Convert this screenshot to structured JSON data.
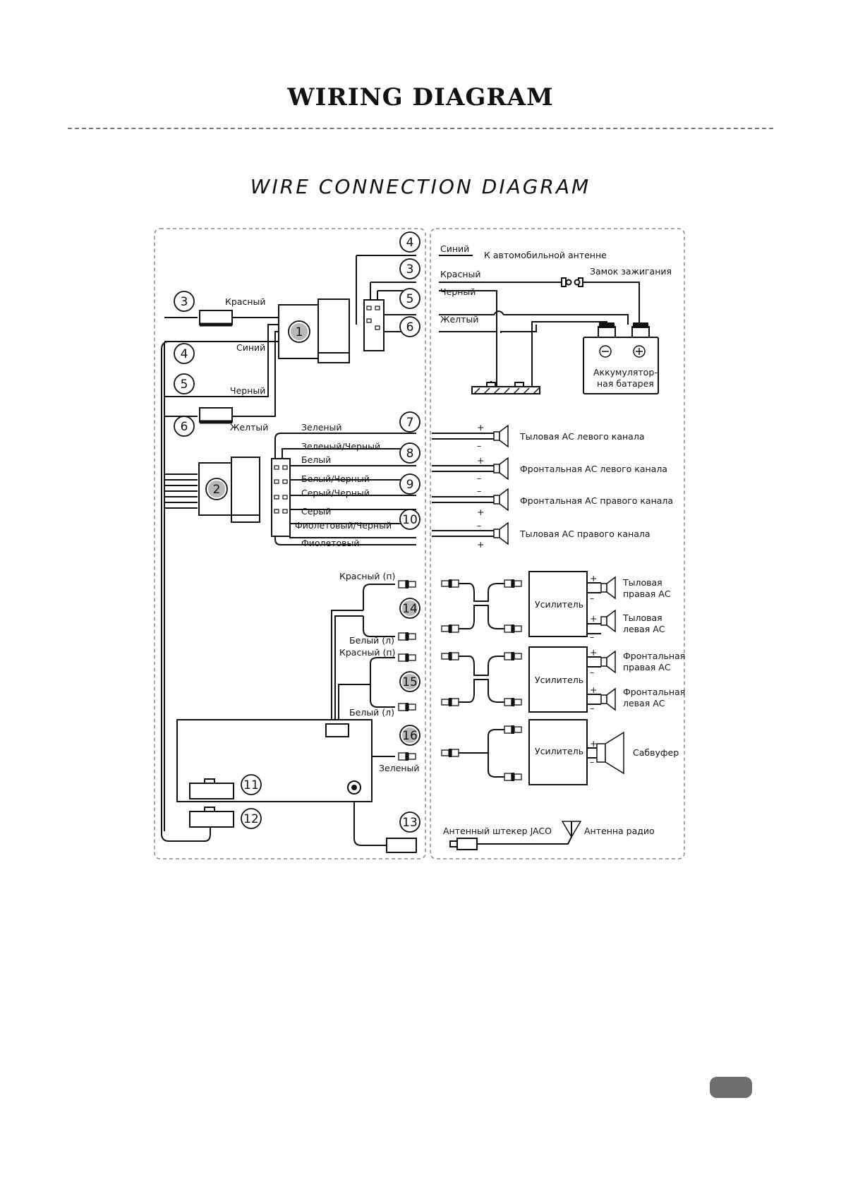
{
  "title": "WIRING DIAGRAM",
  "subtitle": "WIRE CONNECTION DIAGRAM",
  "labels": {
    "blue": "Синий",
    "to_antenna": "К автомобильной антенне",
    "red": "Красный",
    "ignition": "Замок зажигания",
    "black": "Черный",
    "yellow": "Желтый",
    "battery_1": "Аккумулятор–",
    "battery_2": "ная батарея",
    "green": "Зеленый",
    "green_black": "Зеленый/Черный",
    "white": "Белый",
    "white_black": "Белый/Черный",
    "gray_black": "Серый/Черный",
    "gray": "Серый",
    "violet_black": "Фиолетовый/Черный",
    "violet": "Фиолетовый",
    "rear_left": "Тыловая АС левого канала",
    "front_left": "Фронтальная АС левого канала",
    "front_right": "Фронтальная АС правого канала",
    "rear_right": "Тыловая АС правого канала",
    "red_l": "Красный (п)",
    "white_l": "Белый (л)",
    "amplifier": "Усилитель",
    "rear_right_ac_1": "Тыловая",
    "rear_right_ac_2": "правая АС",
    "rear_left_ac_1": "Тыловая",
    "rear_left_ac_2": "левая АС",
    "front_right_ac_1": "Фронтальная",
    "front_right_ac_2": "правая АС",
    "front_left_ac_1": "Фронтальная",
    "front_left_ac_2": "левая АС",
    "subwoofer": "Сабвуфер",
    "antenna_plug": "Антенный штекер JACO",
    "radio_antenna": "Антенна радио",
    "plus": "+",
    "minus": "–"
  },
  "numbers": [
    "1",
    "2",
    "3",
    "4",
    "5",
    "6",
    "7",
    "8",
    "9",
    "10",
    "11",
    "12",
    "13",
    "14",
    "15",
    "16"
  ]
}
